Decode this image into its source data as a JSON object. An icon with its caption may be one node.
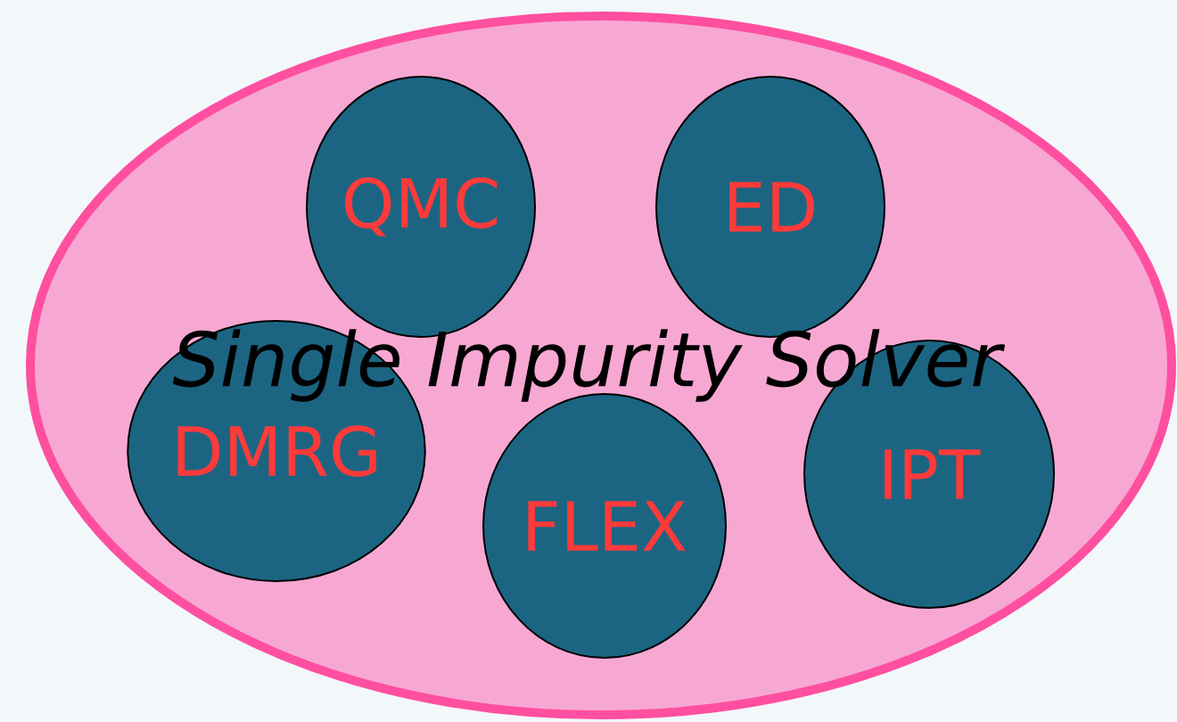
{
  "diagram": {
    "nodes": [
      {
        "text": [
          "Single Impurity Solver"
        ]
      },
      {
        "text": [
          "QMC"
        ],
        "in": 0
      },
      {
        "text": [
          "ED"
        ],
        "in": 0
      },
      {
        "text": [
          "DMRG"
        ],
        "in": 0
      },
      {
        "text": [
          "FLEX"
        ],
        "in": 0
      },
      {
        "text": [
          "IPT"
        ],
        "in": 0
      }
    ]
  }
}
